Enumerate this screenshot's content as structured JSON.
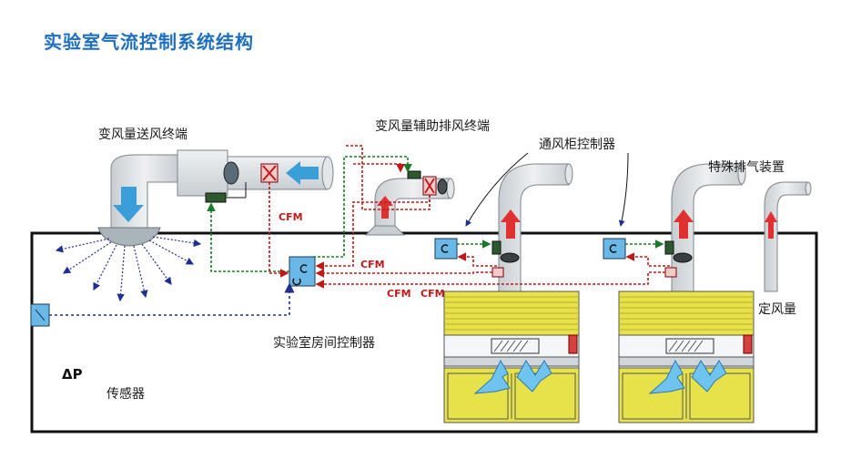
{
  "title": "实验室气流控制系统结构",
  "labels": {
    "vav_supply": "变风量送风终端",
    "vav_aux_exhaust": "变风量辅助排风终端",
    "hood_controller": "通风柜控制器",
    "special_exhaust": "特殊排气装置",
    "room_controller": "实验室房间控制器",
    "sensor": "传感器",
    "constant_volume": "定风量",
    "delta_p": "ΔP"
  },
  "cfm_labels": [
    "CFM",
    "CFM",
    "CFM",
    "CFM"
  ],
  "colors": {
    "title": "#1e6fbf",
    "duct": "#d9dde0",
    "supply_arrow": "#3a9fd8",
    "exhaust_arrow": "#e03030",
    "red_line": "#c01818",
    "green_line": "#1a7a2a",
    "blue_line": "#1f2f8f",
    "hood_body": "#e8e24a"
  }
}
